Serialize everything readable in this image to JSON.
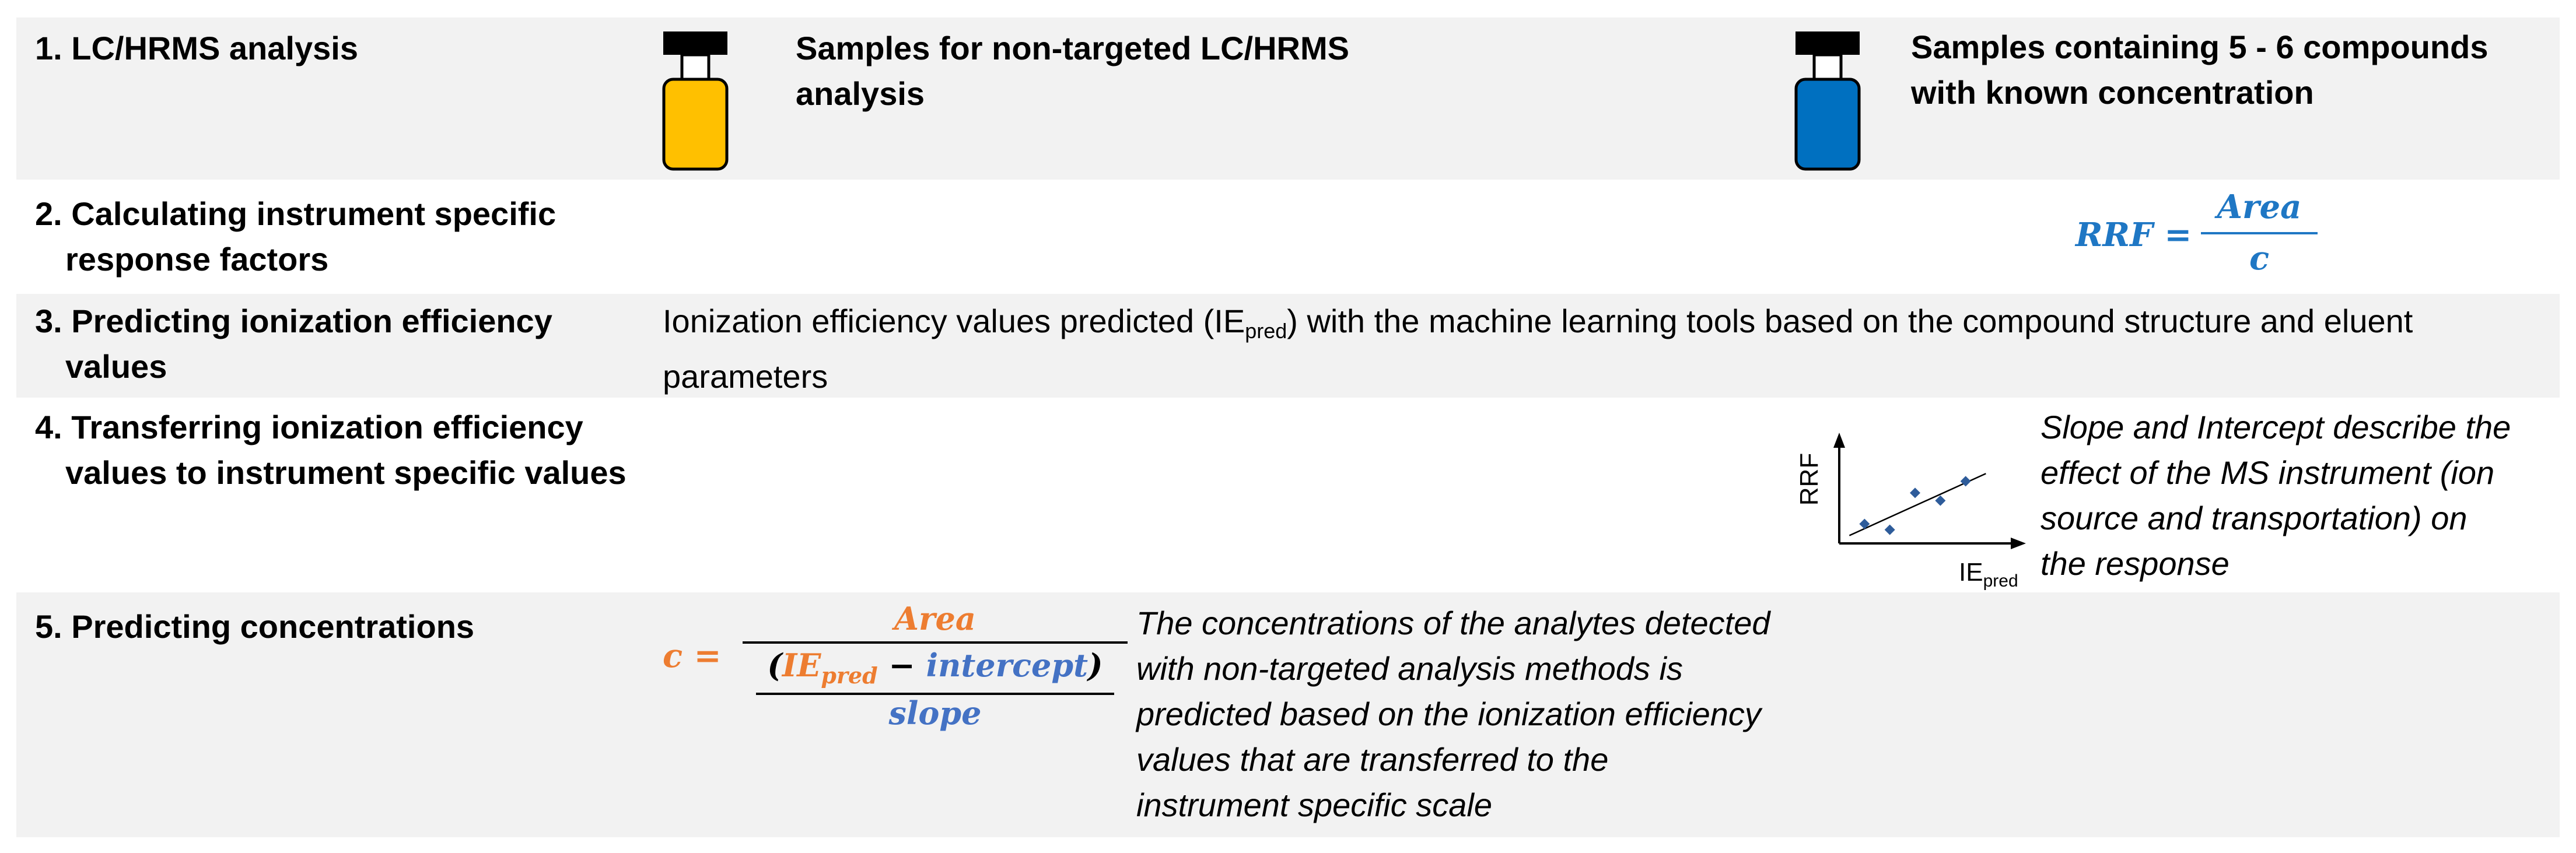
{
  "steps": [
    {
      "number": "1.",
      "title_lines": [
        "LC/HRMS analysis"
      ]
    },
    {
      "number": "2.",
      "title_lines": [
        "Calculating instrument specific",
        "response factors"
      ]
    },
    {
      "number": "3.",
      "title_lines": [
        "Predicting ionization efficiency",
        "values"
      ]
    },
    {
      "number": "4.",
      "title_lines": [
        "Transferring ionization efficiency",
        "values to instrument specific values"
      ]
    },
    {
      "number": "5.",
      "title_lines": [
        "Predicting concentrations"
      ]
    }
  ],
  "row1": {
    "sample_a": {
      "lines": [
        "Samples for non-targeted LC/HRMS",
        "analysis"
      ],
      "color": "#ffc000"
    },
    "sample_b": {
      "lines": [
        "Samples containing 5 - 6 compounds",
        "with known concentration"
      ],
      "color": "#0070c0"
    }
  },
  "row2": {
    "formula": {
      "lhs": "RRF =",
      "numerator": "Area",
      "denominator": "c",
      "color": "#1f77c4"
    }
  },
  "row3": {
    "text_before": "Ionization efficiency values predicted (IE",
    "text_sub": "pred",
    "text_after": ") with the machine learning tools based on the compound structure and eluent",
    "text_line2": "parameters"
  },
  "row4": {
    "chart_data": {
      "type": "scatter",
      "ylabel": "RRF",
      "xlabel": "IE",
      "xlabel_sub": "pred",
      "points": [
        [
          1,
          1
        ],
        [
          2,
          0.7
        ],
        [
          3,
          2.6
        ],
        [
          4,
          2.2
        ],
        [
          5,
          3.2
        ]
      ],
      "trendline": true,
      "point_color": "#2e5c9a"
    },
    "note_lines": [
      "Slope and Intercept describe the",
      "effect of the MS instrument (ion",
      "source and transportation) on",
      "the response"
    ]
  },
  "row5": {
    "formula": {
      "lhs": "c =",
      "numerator": "Area",
      "den_open": "(",
      "den_ie": "IE",
      "den_ie_sub": "pred",
      "den_minus": " − ",
      "den_intercept": "intercept",
      "den_close": ")",
      "den_slope": "slope",
      "colors": {
        "orange": "#ed7d31",
        "blue": "#4472c4"
      }
    },
    "note_lines": [
      "The concentrations of the analytes detected",
      "with non-targeted analysis methods is",
      "predicted based on the ionization efficiency",
      "values that are transferred to the",
      "instrument specific scale"
    ]
  }
}
